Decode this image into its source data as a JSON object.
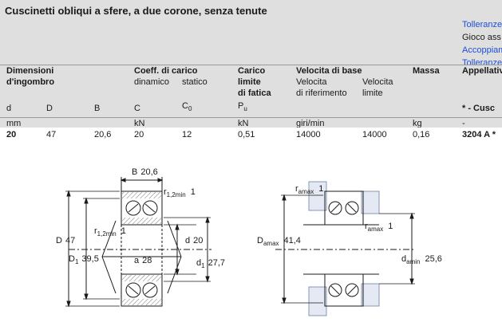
{
  "title": "Cuscinetti obliqui a sfere, a due corone, senza tenute",
  "side_links": {
    "tolerances1": "Tolleranze",
    "clearance": "Gioco ass",
    "accessories": "Accoppiam",
    "tolerances2": "Tolleranze"
  },
  "headers": {
    "dimensions_line1": "Dimensioni",
    "dimensions_line2": "d'ingombro",
    "load_line1": "Coeff. di carico",
    "load_dynamic": "dinamico",
    "load_static": "statico",
    "fatigue_line1": "Carico",
    "fatigue_line2": "limite",
    "fatigue_line3": "di fatica",
    "speed_line1": "Velocita di base",
    "speed_ref_1": "Velocita",
    "speed_ref_2": "di riferimento",
    "speed_lim_1": "Velocita",
    "speed_lim_2": "limite",
    "mass": "Massa",
    "designation": "Appellativ"
  },
  "symbols": {
    "d": "d",
    "D": "D",
    "B": "B",
    "C": "C",
    "C0_main": "C",
    "C0_sub": "0",
    "Pu_main": "P",
    "Pu_sub": "u",
    "designation": "* - Cusc"
  },
  "units": {
    "length": "mm",
    "force1": "kN",
    "force2": "kN",
    "speed": "giri/min",
    "mass": "kg",
    "designation": "-"
  },
  "row": {
    "d": "20",
    "D": "47",
    "B": "20,6",
    "C": "20",
    "C0": "12",
    "Pu": "0,51",
    "speed_ref": "14000",
    "speed_lim": "14000",
    "mass": "0,16",
    "designation": "3204 A *"
  },
  "drawing1": {
    "B_label": "B",
    "B_value": "20,6",
    "r12_main": "r",
    "r12_sub": "1,2min",
    "r12_val": "1",
    "r12_left_main": "r",
    "r12_left_sub": "1,2min",
    "r12_left_val": "1",
    "D_label": "D",
    "D_value": "47",
    "D1_main": "D",
    "D1_sub": "1",
    "D1_value": "39,5",
    "a_label": "a",
    "a_value": "28",
    "d_label": "d",
    "d_value": "20",
    "d1_main": "d",
    "d1_sub": "1",
    "d1_value": "27,7"
  },
  "drawing2": {
    "ra_top_main": "r",
    "ra_top_sub": "amax",
    "ra_top_val": "1",
    "ra_right_main": "r",
    "ra_right_sub": "amax",
    "ra_right_val": "1",
    "Da_main": "D",
    "Da_sub": "amax",
    "Da_value": "41,4",
    "da_main": "d",
    "da_sub": "amin",
    "da_value": "25,6"
  },
  "colors": {
    "header_bg": "#dfdfdf",
    "link": "#1f4fd6",
    "outline": "#1a1a1a",
    "hatch": "#7a7a7a",
    "abutment": "#c8d2e6"
  }
}
